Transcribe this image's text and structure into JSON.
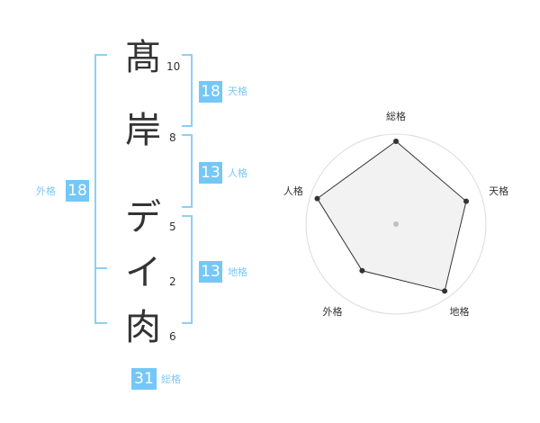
{
  "name": {
    "chars": [
      {
        "char": "髙",
        "strokes": "10"
      },
      {
        "char": "岸",
        "strokes": "8"
      },
      {
        "char": "デ",
        "strokes": "5"
      },
      {
        "char": "イ",
        "strokes": "2"
      },
      {
        "char": "肉",
        "strokes": "6"
      }
    ]
  },
  "fortunes": {
    "tenkaku": {
      "value": "18",
      "label": "天格"
    },
    "jinkaku": {
      "value": "13",
      "label": "人格"
    },
    "chikaku": {
      "value": "13",
      "label": "地格"
    },
    "gaikaku": {
      "value": "18",
      "label": "外格"
    },
    "soukaku": {
      "value": "31",
      "label": "総格"
    }
  },
  "colors": {
    "accent": "#74c7f7",
    "bracket": "#8dcff5",
    "text": "#333333"
  },
  "chart_data": {
    "type": "radar",
    "axes": [
      "総格",
      "天格",
      "地格",
      "外格",
      "人格"
    ],
    "values": [
      0.92,
      0.82,
      0.92,
      0.64,
      0.92
    ],
    "rings": 5,
    "grid": true
  }
}
